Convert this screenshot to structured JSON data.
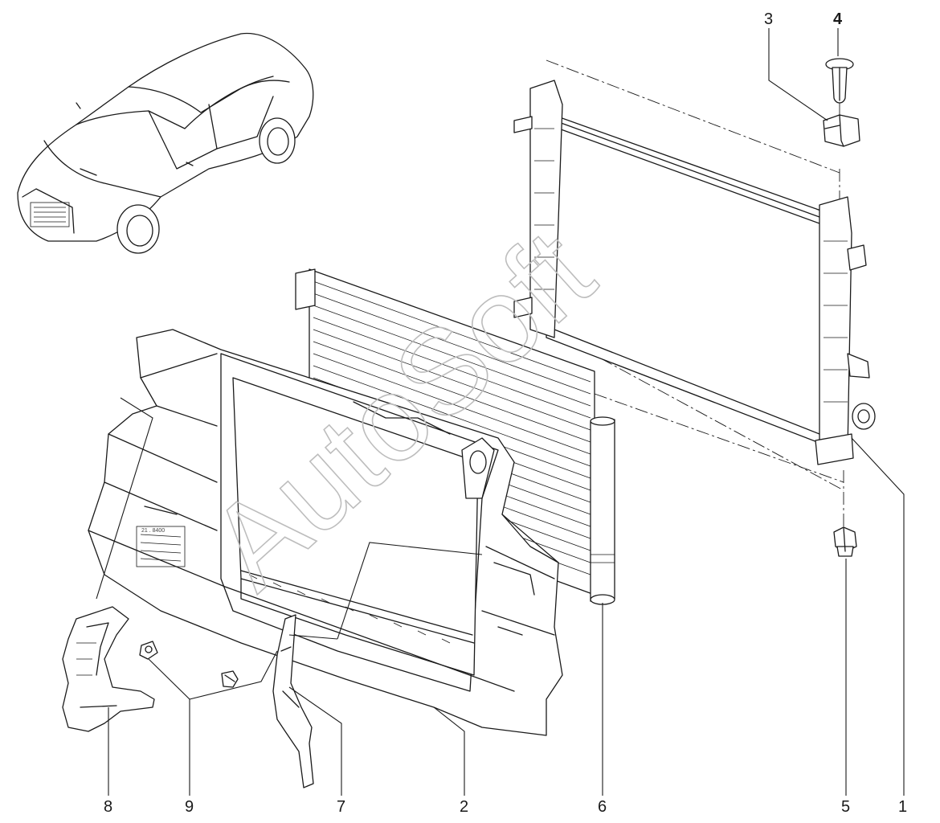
{
  "callouts": [
    {
      "id": "1",
      "text": "1"
    },
    {
      "id": "2",
      "text": "2"
    },
    {
      "id": "3",
      "text": "3"
    },
    {
      "id": "4",
      "text": "4"
    },
    {
      "id": "5",
      "text": "5"
    },
    {
      "id": "6",
      "text": "6"
    },
    {
      "id": "7",
      "text": "7"
    },
    {
      "id": "8",
      "text": "8"
    },
    {
      "id": "9",
      "text": "9"
    }
  ],
  "watermark": "AutoSoft"
}
